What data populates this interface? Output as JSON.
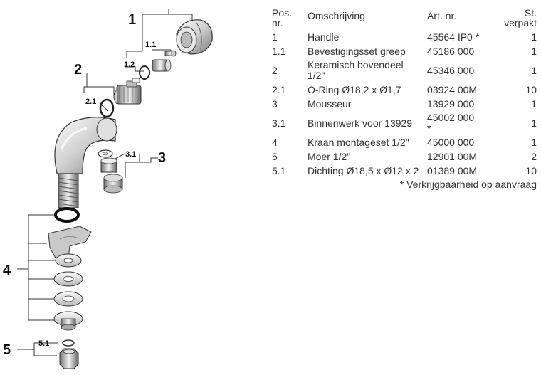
{
  "diagram": {
    "callouts": {
      "c1": "1",
      "c1_1": "1.1",
      "c1_2": "1.2",
      "c2": "2",
      "c2_1": "2.1",
      "c3": "3",
      "c3_1": "3.1",
      "c4": "4",
      "c5": "5",
      "c5_1": "5.1"
    }
  },
  "table": {
    "headers": {
      "pos": "Pos.-\nnr.",
      "desc": "Omschrijving",
      "art": "Art. nr.",
      "qty": "St.\nverpakt"
    },
    "rows": [
      {
        "pos": "1",
        "desc": "Handle",
        "art": "45564 IP0 *",
        "qty": "1"
      },
      {
        "pos": "1.1",
        "desc": "Bevestigingsset greep",
        "art": "45186 000",
        "qty": "1"
      },
      {
        "pos": "2",
        "desc": "Keramisch bovendeel\n1/2\"",
        "art": "45346 000",
        "qty": "1"
      },
      {
        "pos": "2.1",
        "desc": "O-Ring Ø18,2 x Ø1,7",
        "art": "03924 00M",
        "qty": "10"
      },
      {
        "pos": "3",
        "desc": "Mousseur",
        "art": "13929 000",
        "qty": "1"
      },
      {
        "pos": "3.1",
        "desc": "Binnenwerk voor 13929",
        "art": "45002 000\n*",
        "qty": "1"
      },
      {
        "pos": "4",
        "desc": "Kraan montageset 1/2\"",
        "art": "45000 000",
        "qty": "1"
      },
      {
        "pos": "5",
        "desc": "Moer 1/2\"",
        "art": "12901 00M",
        "qty": "2"
      },
      {
        "pos": "5.1",
        "desc": "Dichting Ø18,5 x Ø12 x 2",
        "art": "01389 00M",
        "qty": "10"
      }
    ],
    "footnote": "* Verkrijgbaarheid op aanvraag"
  }
}
